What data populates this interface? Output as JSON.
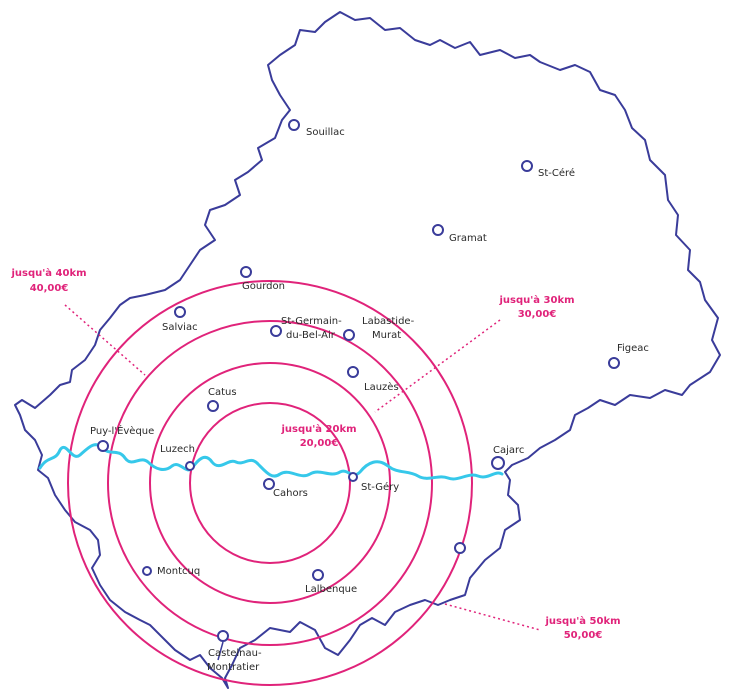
{
  "colors": {
    "border": "#3a3c9a",
    "river": "#36c8ea",
    "rings": "#e0237a",
    "labels": "#e0237a",
    "text": "#2a2a2a"
  },
  "towns": {
    "souillac": "Souillac",
    "st_cere": "St-Céré",
    "gramat": "Gramat",
    "gourdon": "Gourdon",
    "salviac": "Salviac",
    "st_germain_1": "St-Germain-",
    "st_germain_2": "du-Bel-Air",
    "labastide_1": "Labastide-",
    "labastide_2": "Murat",
    "figeac": "Figeac",
    "catus": "Catus",
    "lauzes": "Lauzès",
    "puy_leveque": "Puy-l'Évèque",
    "luzech": "Luzech",
    "cahors": "Cahors",
    "st_gery": "St-Géry",
    "cajarc": "Cajarc",
    "montcuq": "Montcuq",
    "lalbenque": "Lalbenque",
    "castelnau_1": "Castelnau-",
    "castelnau_2": "Montratier"
  },
  "zones": {
    "z20": {
      "distance": "jusqu'à 20km",
      "price": "20,00€"
    },
    "z30": {
      "distance": "jusqu'à 30km",
      "price": "30,00€"
    },
    "z40": {
      "distance": "jusqu'à 40km",
      "price": "40,00€"
    },
    "z50": {
      "distance": "jusqu'à 50km",
      "price": "50,00€"
    }
  }
}
